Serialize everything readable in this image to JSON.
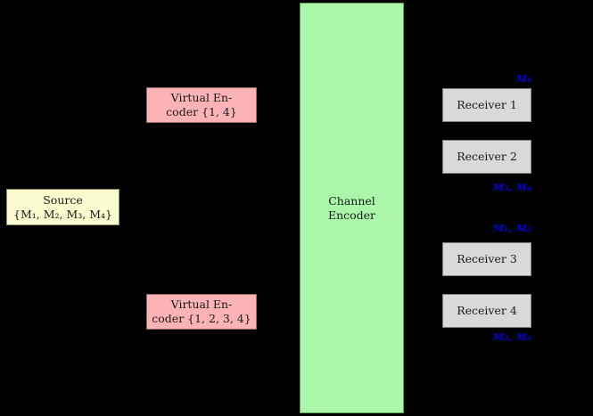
{
  "diagram": {
    "title": "Broadcast channel virtual encoder diagram",
    "background_color": "#000000",
    "source": {
      "name": "source-node",
      "fill": "#fbfbd0",
      "line1": "Source",
      "line2": "{M₁, M₂, M₃, M₄}"
    },
    "virtual_encoders": [
      {
        "name": "virtual-encoder-1-4",
        "fill": "#fcb3b6",
        "line1": "Virtual En-",
        "line2": "coder {1, 4}"
      },
      {
        "name": "virtual-encoder-1-2-3-4",
        "fill": "#fcb3b6",
        "line1": "Virtual En-",
        "line2": "coder {1, 2, 3, 4}"
      }
    ],
    "channel_encoder": {
      "name": "channel-encoder",
      "fill": "#aaf7aa",
      "line1": "Channel",
      "line2": "Encoder"
    },
    "receivers": [
      {
        "name": "receiver-1",
        "fill": "#d9d9d9",
        "label": "Receiver 1",
        "messages": "M₄",
        "messages_color": "#0000dd",
        "messages_position": "above"
      },
      {
        "name": "receiver-2",
        "fill": "#d9d9d9",
        "label": "Receiver 2",
        "messages": "M₃, M₄",
        "messages_color": "#0000dd",
        "messages_position": "below"
      },
      {
        "name": "receiver-3",
        "fill": "#d9d9d9",
        "label": "Receiver 3",
        "messages": "M₁, M₂",
        "messages_color": "#0000dd",
        "messages_position": "above"
      },
      {
        "name": "receiver-4",
        "fill": "#d9d9d9",
        "label": "Receiver 4",
        "messages": "M₂, M₃",
        "messages_color": "#0000dd",
        "messages_position": "below"
      }
    ]
  }
}
